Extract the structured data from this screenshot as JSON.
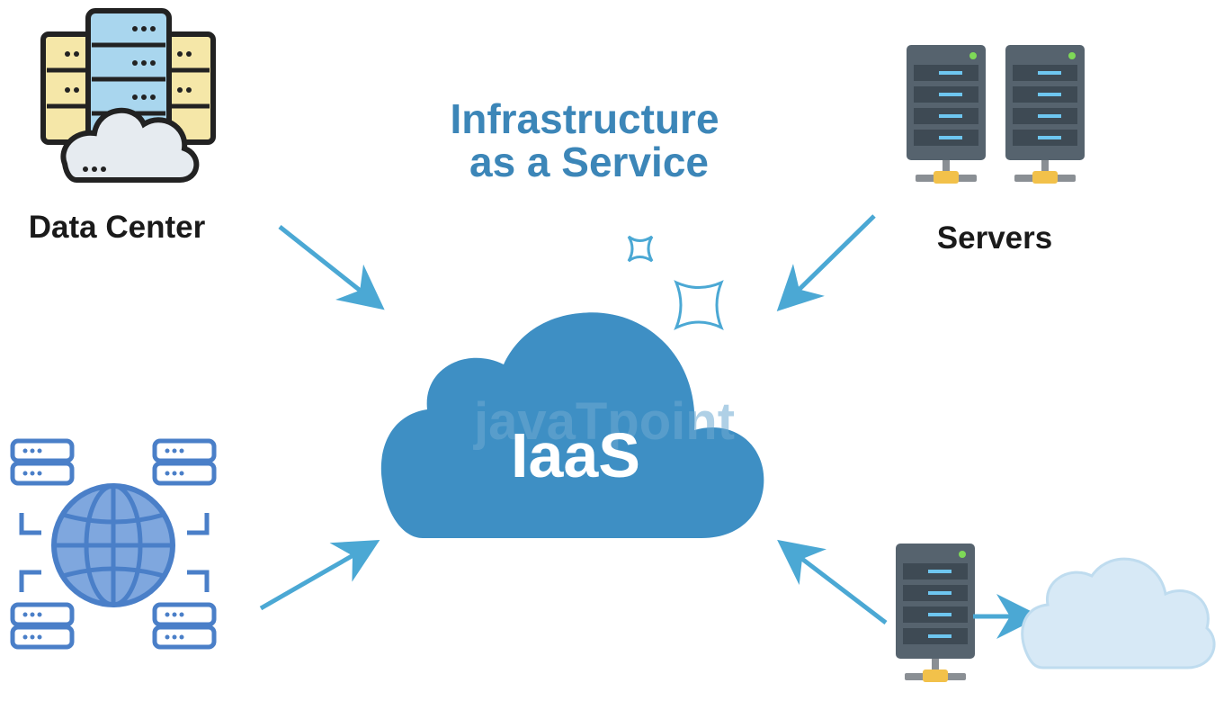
{
  "title": {
    "line1": "Infrastructure",
    "line2": "as a Service"
  },
  "center": {
    "label": "IaaS",
    "watermark": "javaTpoint"
  },
  "nodes": {
    "data_center": {
      "label": "Data Center"
    },
    "servers": {
      "label": "Servers"
    }
  },
  "colors": {
    "accent": "#3E8FC4",
    "title": "#3C86B8",
    "arrow": "#4BA8D4",
    "cloud_light": "#D7E9F6",
    "server_body": "#56636E",
    "server_led": "#6EC6F0",
    "connector": "#F2C14A",
    "network_blue": "#4A7FC8"
  }
}
